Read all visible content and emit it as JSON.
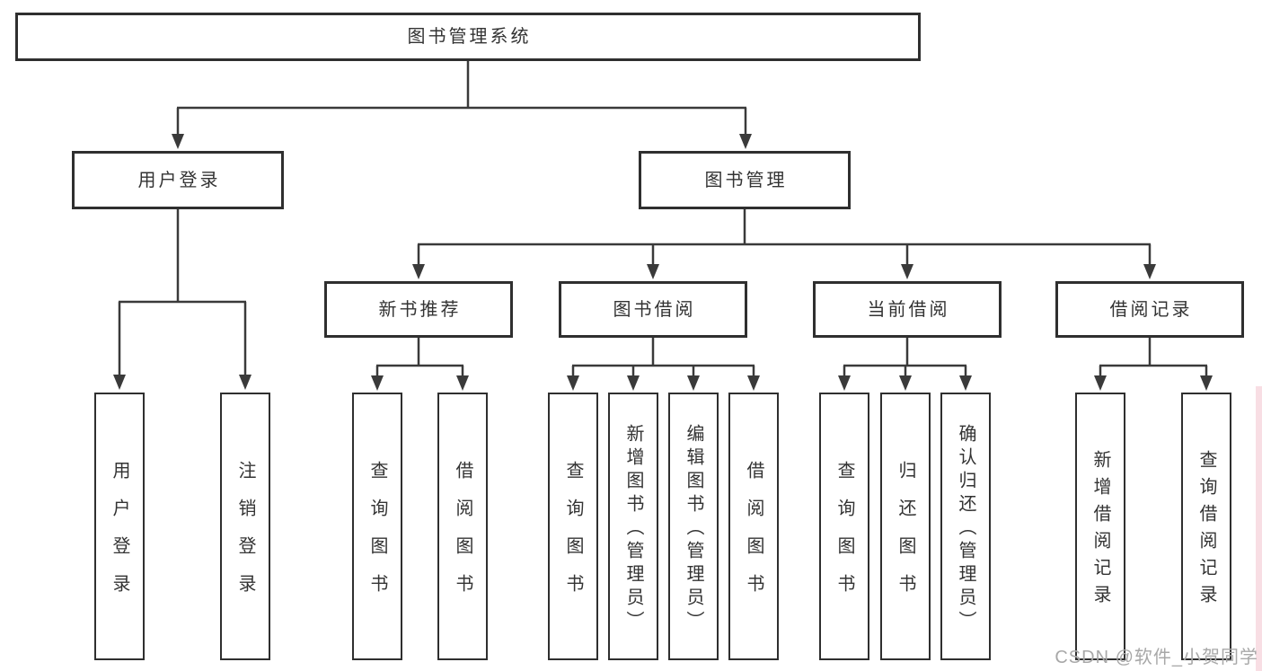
{
  "diagram": {
    "tree": {
      "label": "图书管理系统",
      "children": [
        {
          "label": "用户登录",
          "children": [
            {
              "label": "用户登录"
            },
            {
              "label": "注销登录"
            }
          ]
        },
        {
          "label": "图书管理",
          "children": [
            {
              "label": "新书推荐",
              "children": [
                {
                  "label": "查询图书"
                },
                {
                  "label": "借阅图书"
                }
              ]
            },
            {
              "label": "图书借阅",
              "children": [
                {
                  "label": "查询图书"
                },
                {
                  "label": "新增图书（管理员）"
                },
                {
                  "label": "编辑图书（管理员）"
                },
                {
                  "label": "借阅图书"
                }
              ]
            },
            {
              "label": "当前借阅",
              "children": [
                {
                  "label": "查询图书"
                },
                {
                  "label": "归还图书"
                },
                {
                  "label": "确认归还（管理员）"
                }
              ]
            },
            {
              "label": "借阅记录",
              "children": [
                {
                  "label": "新增借阅记录"
                },
                {
                  "label": "查询借阅记录"
                }
              ]
            }
          ]
        }
      ]
    },
    "colors": {
      "line": "#3a3a3a",
      "box_border": "#2f2f2f",
      "text": "#333333",
      "watermark_text": "#a8a8a8",
      "right_edge_strip": "#f8dee4"
    },
    "watermark": {
      "text": "CSDN @软件_小贺同学"
    }
  }
}
